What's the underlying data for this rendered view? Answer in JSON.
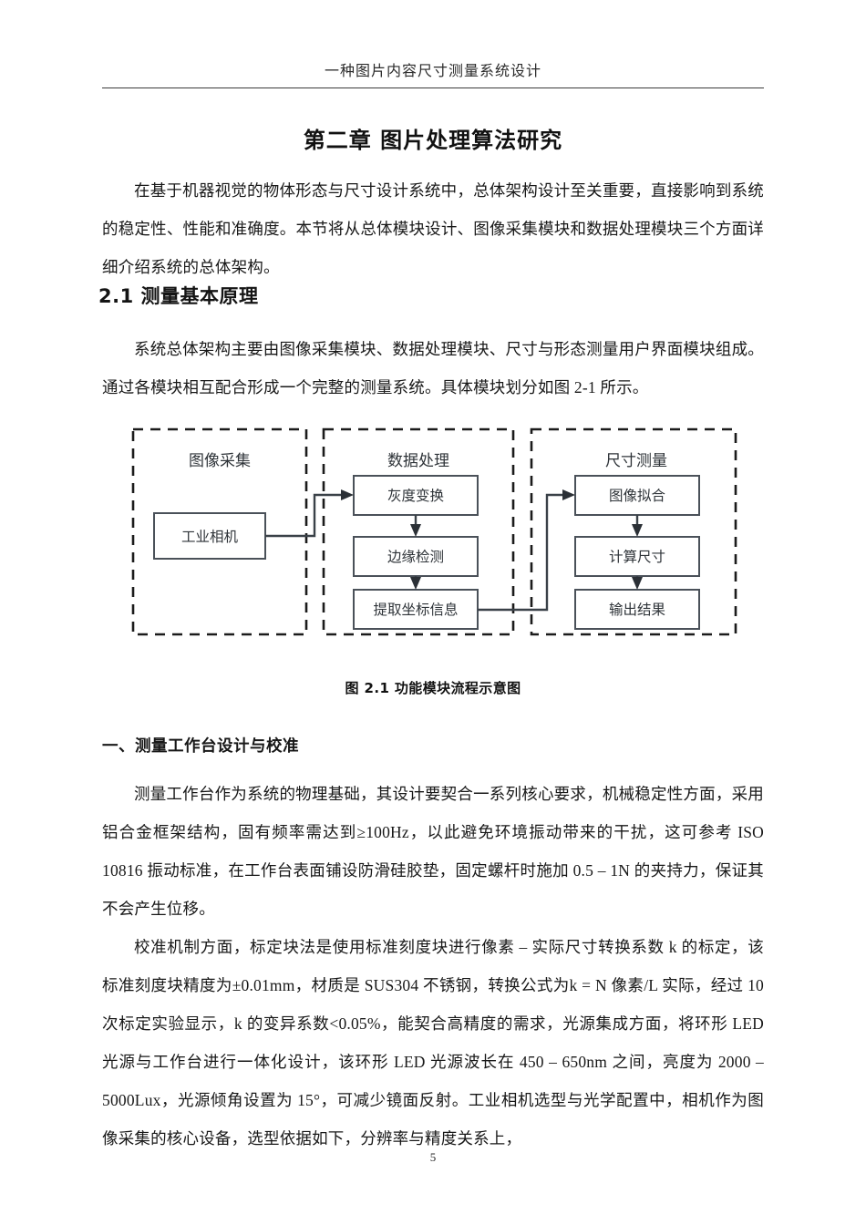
{
  "document": {
    "running_header": "一种图片内容尺寸测量系统设计",
    "chapter_title": "第二章 图片处理算法研究",
    "page_number": "5"
  },
  "content": {
    "intro_paragraph": "在基于机器视觉的物体形态与尺寸设计系统中，总体架构设计至关重要，直接影响到系统的稳定性、性能和准确度。本节将从总体模块设计、图像采集模块和数据处理模块三个方面详细介绍系统的总体架构。",
    "section_2_1_heading": "2.1 测量基本原理",
    "section_2_1_paragraph": "系统总体架构主要由图像采集模块、数据处理模块、尺寸与形态测量用户界面模块组成。通过各模块相互配合形成一个完整的测量系统。具体模块划分如图 2-1 所示。",
    "figure_caption": "图 2.1 功能模块流程示意图",
    "subsection_heading": "一、测量工作台设计与校准",
    "paragraph_worktable": "测量工作台作为系统的物理基础，其设计要契合一系列核心要求，机械稳定性方面，采用铝合金框架结构，固有频率需达到≥100Hz，以此避免环境振动带来的干扰，这可参考 ISO 10816 振动标准，在工作台表面铺设防滑硅胶垫，固定螺杆时施加 0.5 – 1N 的夹持力，保证其不会产生位移。",
    "paragraph_calibration": "校准机制方面，标定块法是使用标准刻度块进行像素 – 实际尺寸转换系数 k 的标定，该标准刻度块精度为±0.01mm，材质是 SUS304 不锈钢，转换公式为k = N 像素/L 实际，经过 10 次标定实验显示，k 的变异系数<0.05%，能契合高精度的需求，光源集成方面，将环形 LED 光源与工作台进行一体化设计，该环形 LED 光源波长在 450 – 650nm 之间，亮度为 2000 – 5000Lux，光源倾角设置为 15°，可减少镜面反射。工业相机选型与光学配置中，相机作为图像采集的核心设备，选型依据如下，分辨率与精度关系上，"
  },
  "figure": {
    "panels": [
      {
        "id": "image-acquisition",
        "label": "图像采集",
        "boxes": [
          "工业相机"
        ]
      },
      {
        "id": "data-processing",
        "label": "数据处理",
        "boxes": [
          "灰度变换",
          "边缘检测",
          "提取坐标信息"
        ]
      },
      {
        "id": "dimension-measurement",
        "label": "尺寸测量",
        "boxes": [
          "图像拟合",
          "计算尺寸",
          "输出结果"
        ]
      }
    ],
    "colors": {
      "panel_border": "#1b1b1b",
      "box_border": "#4a5159",
      "connector": "#3a4148",
      "text": "#2e3338"
    }
  }
}
